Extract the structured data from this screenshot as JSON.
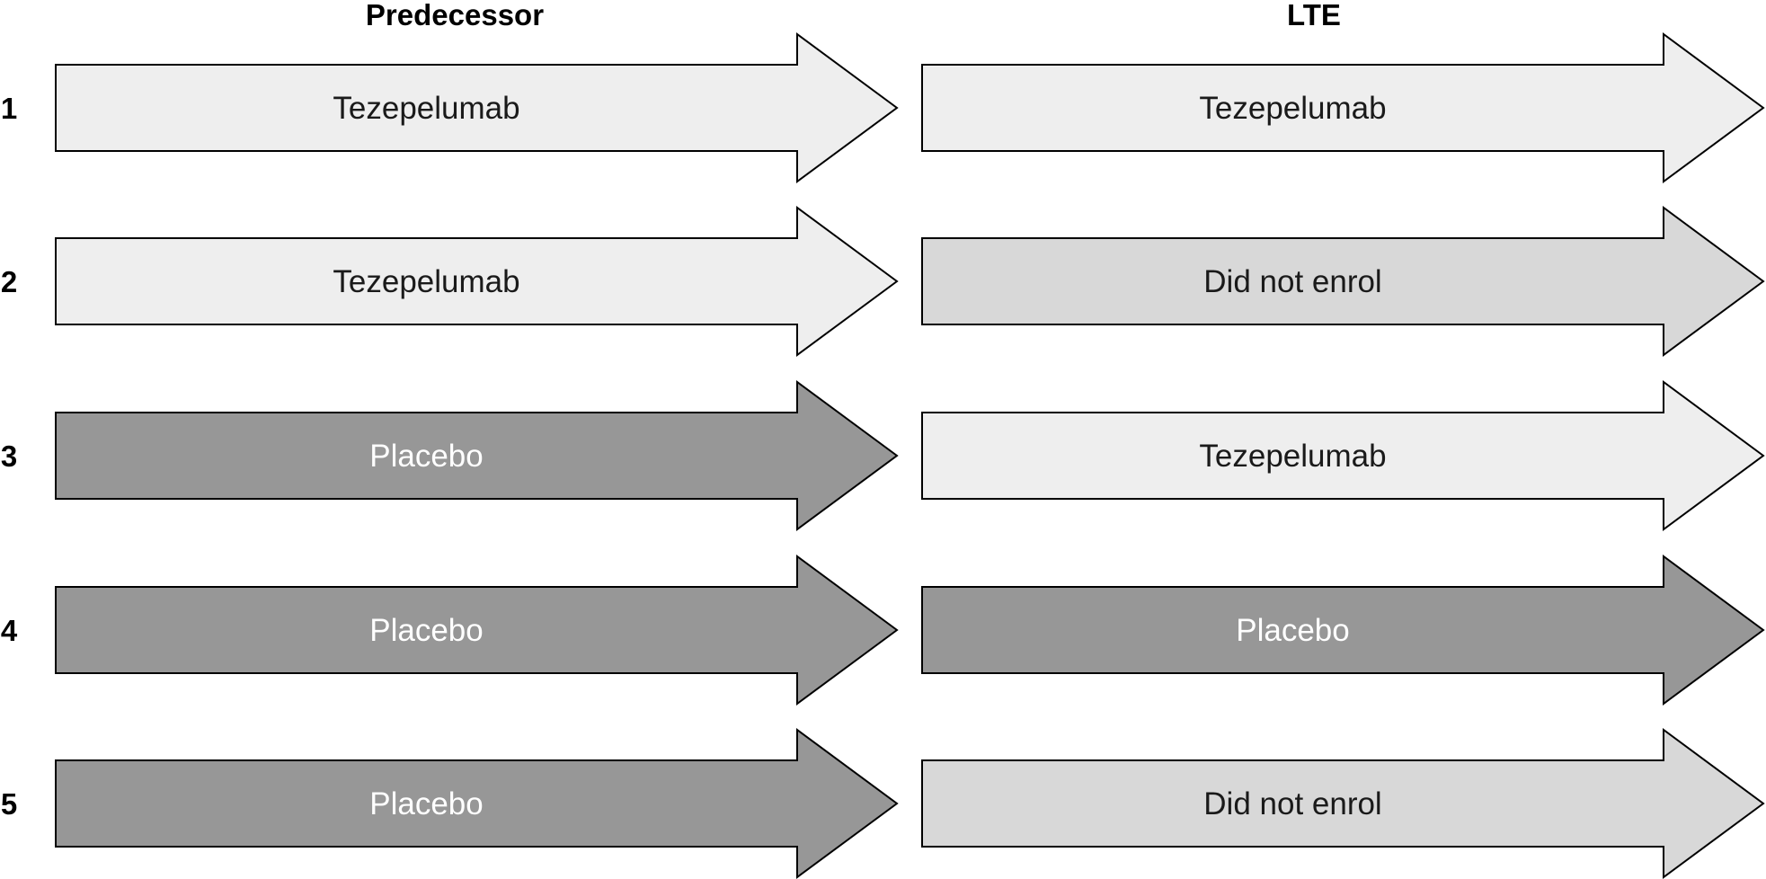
{
  "headers": {
    "predecessor": "Predecessor",
    "lte": "LTE"
  },
  "colors": {
    "tezepelumab": "#eeeeee",
    "did_not_enrol": "#d8d8d8",
    "placebo": "#979797",
    "dark_text": "#1a1a1a",
    "light_text": "#ffffff",
    "outline": "#000000"
  },
  "rows": [
    {
      "number": "1",
      "predecessor": {
        "label": "Tezepelumab",
        "kind": "tezepelumab"
      },
      "lte": {
        "label": "Tezepelumab",
        "kind": "tezepelumab"
      }
    },
    {
      "number": "2",
      "predecessor": {
        "label": "Tezepelumab",
        "kind": "tezepelumab"
      },
      "lte": {
        "label": "Did not enrol",
        "kind": "did_not_enrol"
      }
    },
    {
      "number": "3",
      "predecessor": {
        "label": "Placebo",
        "kind": "placebo"
      },
      "lte": {
        "label": "Tezepelumab",
        "kind": "tezepelumab"
      }
    },
    {
      "number": "4",
      "predecessor": {
        "label": "Placebo",
        "kind": "placebo"
      },
      "lte": {
        "label": "Placebo",
        "kind": "placebo"
      }
    },
    {
      "number": "5",
      "predecessor": {
        "label": "Placebo",
        "kind": "placebo"
      },
      "lte": {
        "label": "Did not enrol",
        "kind": "did_not_enrol"
      }
    }
  ]
}
